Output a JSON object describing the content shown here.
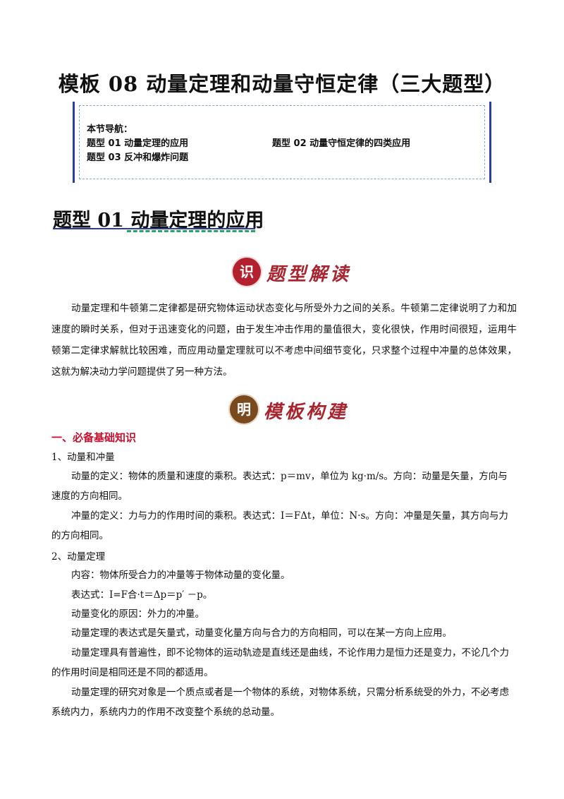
{
  "title": "模板 08  动量定理和动量守恒定律（三大题型）",
  "nav": {
    "heading": "本节导航：",
    "items": [
      "题型 01    动量定理的应用",
      "题型 02    动量守恒定律的四类应用",
      "题型 03    反冲和爆炸问题"
    ]
  },
  "section": {
    "title": "题型 01  动量定理的应用"
  },
  "badges": {
    "interpret_char": "识",
    "interpret_label": "题型解读",
    "build_char": "明",
    "build_label": "模板构建"
  },
  "intro": "动量定理和牛顿第二定律都是研究物体运动状态变化与所受外力之间的关系。牛顿第二定律说明了力和加速度的瞬时关系，但对于迅速变化的问题，由于发生冲击作用的量值很大，变化很快，作用时间很短，运用牛顿第二定律求解就比较困难，而应用动量定理就可以不考虑中间细节变化，只求整个过程中冲量的总体效果，这就为解决动力学问题提供了另一种方法。",
  "knowledge": {
    "heading": "一、必备基础知识",
    "sub1": "1、动量和冲量",
    "momentum_def": "动量的定义：物体的质量和速度的乘积。表达式：p＝mv，单位为 kg·m/s。方向：动量是矢量，方向与速度的方向相同。",
    "impulse_def": "冲量的定义：力与力的作用时间的乘积。表达式：I＝FΔt，单位：N·s。方向：冲量是矢量，其方向与力的方向相同。",
    "sub2": "2、动量定理",
    "content": "内容：物体所受合力的冲量等于物体动量的变化量。",
    "expression": "表达式：I=F合·t＝Δp＝p′ －p。",
    "cause": "动量变化的原因：外力的冲量。",
    "vector": "动量定理的表达式是矢量式，动量变化量方向与合力的方向相同，可以在某一方向上应用。",
    "universality": "动量定理具有普遍性，即不论物体的运动轨迹是直线还是曲线，不论作用力是恒力还是变力，不论几个力的作用时间是相同还是不同的都适用。",
    "object": "动量定理的研究对象是一个质点或者是一个物体的系统，对物体系统，只需分析系统受的外力，不必考虑系统内力，系统内力的作用不改变整个系统的总动量。"
  }
}
